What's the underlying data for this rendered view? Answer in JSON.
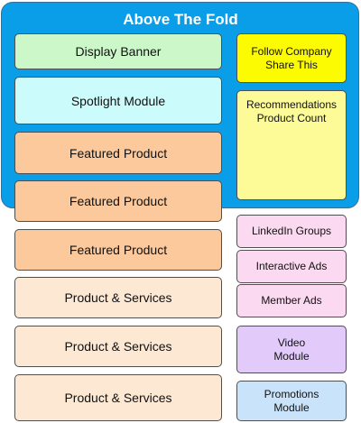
{
  "title": "Above The Fold",
  "main_column": [
    {
      "key": "display-banner",
      "label": "Display Banner",
      "fill": "#ccf7c8"
    },
    {
      "key": "spotlight-module",
      "label": "Spotlight Module",
      "fill": "#ccfbfb"
    },
    {
      "key": "featured-product-1",
      "label": "Featured Product",
      "fill": "#fbc99b"
    },
    {
      "key": "featured-product-2",
      "label": "Featured Product",
      "fill": "#fbc99b"
    },
    {
      "key": "featured-product-3",
      "label": "Featured Product",
      "fill": "#fbc99b"
    },
    {
      "key": "product-services-1",
      "label": "Product & Services",
      "fill": "#fde8d4"
    },
    {
      "key": "product-services-2",
      "label": "Product & Services",
      "fill": "#fde8d4"
    },
    {
      "key": "product-services-3",
      "label": "Product & Services",
      "fill": "#fde8d4"
    }
  ],
  "side_column": [
    {
      "key": "follow-company",
      "label": "Follow Company\nShare This",
      "fill": "#fdfb02"
    },
    {
      "key": "recommendations",
      "label": "Recommendations\nProduct Count",
      "fill": "#fdfb98"
    },
    {
      "key": "linkedin-groups",
      "label": "LinkedIn Groups",
      "fill": "#fbd9f0"
    },
    {
      "key": "interactive-ads",
      "label": "Interactive Ads",
      "fill": "#fbd9f0"
    },
    {
      "key": "member-ads",
      "label": "Member Ads",
      "fill": "#fbd9f0"
    },
    {
      "key": "video-module",
      "label": "Video\nModule",
      "fill": "#e2cbfb"
    },
    {
      "key": "promotions-module",
      "label": "Promotions\nModule",
      "fill": "#c9e3fb"
    }
  ]
}
